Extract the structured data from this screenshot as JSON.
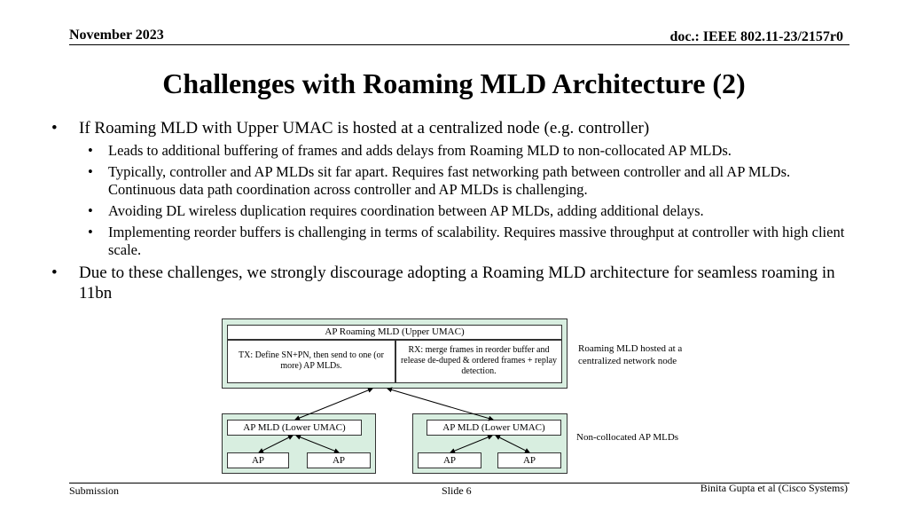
{
  "header": {
    "date": "November 2023",
    "doc": "doc.: IEEE 802.11-23/2157r0"
  },
  "title": "Challenges with Roaming MLD Architecture (2)",
  "bullets": {
    "b1": "If Roaming MLD with Upper UMAC is hosted at a centralized node (e.g. controller)",
    "sub": [
      "Leads to additional buffering of frames and adds delays from Roaming MLD to non-collocated AP MLDs.",
      "Typically, controller and AP MLDs sit far apart. Requires fast networking path between controller and all AP MLDs. Continuous data path coordination across controller and AP MLDs is challenging.",
      "Avoiding DL wireless duplication requires coordination between AP MLDs, adding additional delays.",
      "Implementing reorder buffers is challenging in terms of scalability. Requires massive throughput at controller with high client scale."
    ],
    "b2": "Due to these challenges, we strongly discourage adopting a Roaming MLD architecture for seamless roaming in 11bn",
    "marker": "•"
  },
  "diagram": {
    "top_label": "AP Roaming MLD (Upper UMAC)",
    "tx_text": "TX: Define SN+PN, then send to one (or more) AP MLDs.",
    "rx_text": "RX: merge frames in reorder buffer and release de-duped & ordered frames + replay detection.",
    "note_top": "Roaming MLD hosted at a centralized network node",
    "left_mld": "AP MLD (Lower UMAC)",
    "right_mld": "AP MLD (Lower UMAC)",
    "ap_label": "AP",
    "note_bottom": "Non-collocated AP MLDs",
    "colors": {
      "fill": "#d8eee0",
      "border": "#333333"
    }
  },
  "footer": {
    "left": "Submission",
    "mid": "Slide 6",
    "right": "Binita Gupta et al (Cisco Systems)"
  }
}
